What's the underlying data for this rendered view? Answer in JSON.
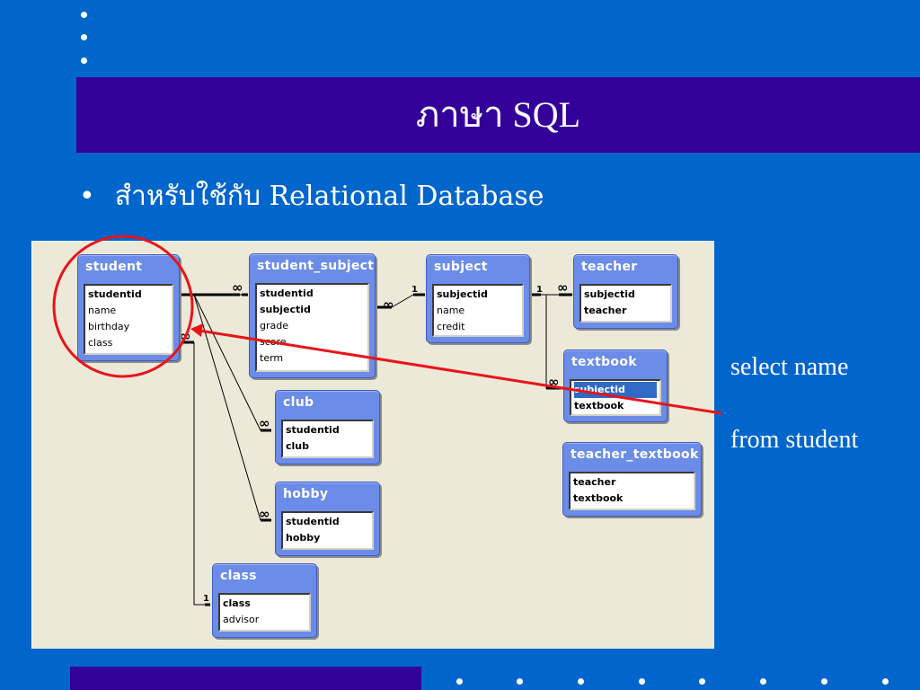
{
  "slide": {
    "title": "ภาษา SQL",
    "bullet": "สำหรับใช้กับ Relational Database",
    "annotation_line1": "select name",
    "annotation_line2": "from student"
  },
  "colors": {
    "background": "#0066cc",
    "title_bar": "#330099",
    "diagram_bg": "#ece9d8",
    "table_header": "#6b8ce8",
    "highlight_red": "#e8141a"
  },
  "diagram": {
    "relationship_labels": {
      "one": "1",
      "many": "∞"
    },
    "tables": {
      "student": {
        "name": "student",
        "fields": [
          "studentid",
          "name",
          "birthday",
          "class"
        ]
      },
      "student_subject": {
        "name": "student_subject",
        "fields": [
          "studentid",
          "subjectid",
          "grade",
          "score",
          "term"
        ]
      },
      "subject": {
        "name": "subject",
        "fields": [
          "subjectid",
          "name",
          "credit"
        ]
      },
      "teacher": {
        "name": "teacher",
        "fields": [
          "subjectid",
          "teacher"
        ]
      },
      "textbook": {
        "name": "textbook",
        "fields": [
          "subjectid",
          "textbook"
        ]
      },
      "teacher_textbook": {
        "name": "teacher_textbook",
        "fields": [
          "teacher",
          "textbook"
        ]
      },
      "club": {
        "name": "club",
        "fields": [
          "studentid",
          "club"
        ]
      },
      "hobby": {
        "name": "hobby",
        "fields": [
          "studentid",
          "hobby"
        ]
      },
      "class": {
        "name": "class",
        "fields": [
          "class",
          "advisor"
        ]
      }
    }
  }
}
